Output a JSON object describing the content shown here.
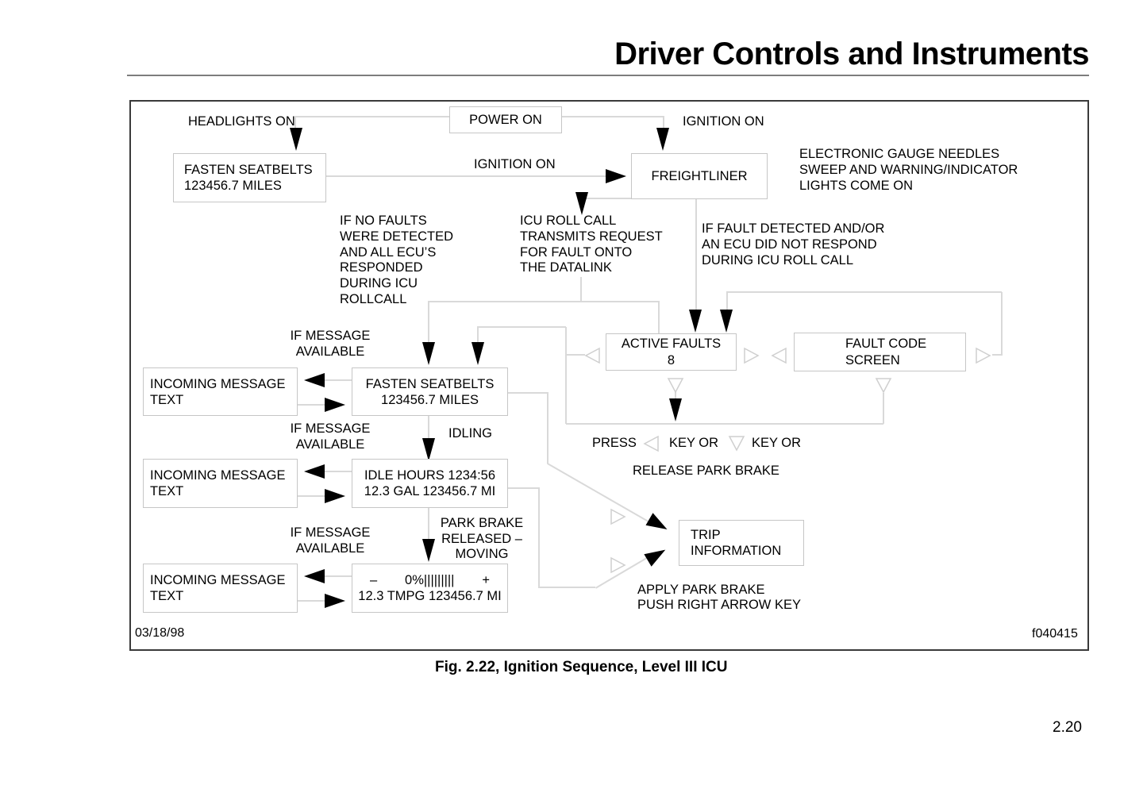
{
  "page": {
    "header_title": "Driver Controls and Instruments",
    "caption": "Fig. 2.22, Ignition Sequence, Level III ICU",
    "page_number": "2.20",
    "diagram_date": "03/18/98",
    "diagram_ref": "f040415"
  },
  "boxes": {
    "power_on": "POWER ON",
    "fasten_seatbelts_1": {
      "line1": "FASTEN SEATBELTS",
      "line2": "123456.7 MILES"
    },
    "freightliner": "FREIGHTLINER",
    "active_faults": {
      "line1": "ACTIVE FAULTS",
      "line2": "8"
    },
    "fault_code_screen": {
      "line1": "FAULT CODE",
      "line2": "SCREEN"
    },
    "incoming_message": {
      "line1": "INCOMING MESSAGE",
      "line2": "TEXT"
    },
    "fasten_seatbelts_2": {
      "line1": "FASTEN SEATBELTS",
      "line2": "123456.7 MILES"
    },
    "idle": {
      "line1": "IDLE HOURS 1234:56",
      "line2": "12.3 GAL 123456.7 MI"
    },
    "trip_gauge": {
      "minus": "–",
      "gauge": "0%|||||||||",
      "plus": "+",
      "line2": "12.3 TMPG 123456.7 MI"
    },
    "trip_information": {
      "line1": "TRIP",
      "line2": "INFORMATION"
    }
  },
  "labels": {
    "headlights_on": "HEADLIGHTS ON",
    "ignition_on_top": "IGNITION ON",
    "ignition_on_mid": "IGNITION ON",
    "electronic_gauge": [
      "ELECTRONIC GAUGE NEEDLES",
      "SWEEP AND WARNING/INDICATOR",
      "LIGHTS COME ON"
    ],
    "if_no_faults": [
      "IF NO FAULTS",
      "WERE DETECTED",
      "AND ALL ECU’S",
      "RESPONDED",
      "DURING ICU",
      "ROLLCALL"
    ],
    "icu_roll_call": [
      "ICU ROLL CALL",
      "TRANSMITS REQUEST",
      "FOR FAULT ONTO",
      "THE DATALINK"
    ],
    "if_fault": [
      "IF FAULT DETECTED AND/OR",
      "AN ECU DID NOT RESPOND",
      "DURING ICU ROLL CALL"
    ],
    "if_message_available": {
      "line1": "IF MESSAGE",
      "line2": "AVAILABLE"
    },
    "idling": "IDLING",
    "park_brake_released": [
      "PARK BRAKE",
      "RELEASED –",
      "MOVING"
    ],
    "press": "PRESS",
    "key_or_1": "KEY OR",
    "key_or_2": "KEY OR",
    "release_park_brake": "RELEASE PARK BRAKE",
    "apply_park_brake": [
      "APPLY PARK BRAKE",
      "PUSH RIGHT ARROW KEY"
    ]
  },
  "colors": {
    "connector": "#d9d9d9",
    "arrow": "#000000",
    "frame": "#3a3a3a",
    "box_border": "#c6c6c6"
  }
}
